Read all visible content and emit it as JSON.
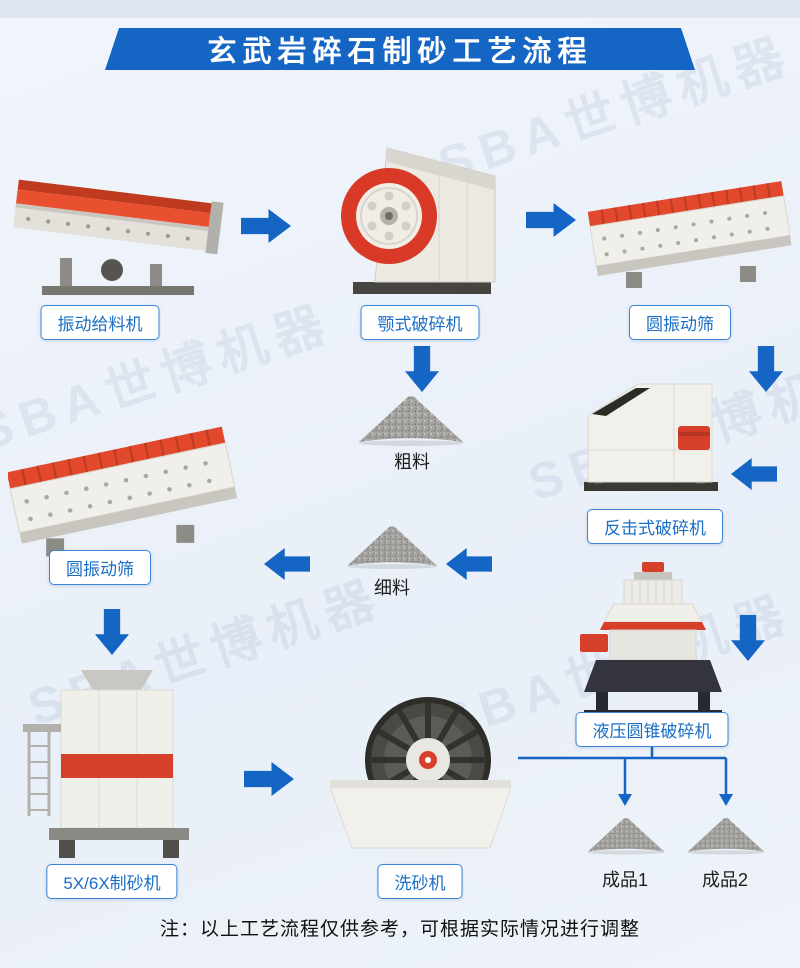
{
  "title": "玄武岩碎石制砂工艺流程",
  "watermark": {
    "text": "SBA世博机器"
  },
  "nodes": {
    "feeder": {
      "label": "振动给料机"
    },
    "jaw": {
      "label": "颚式破碎机"
    },
    "screen_top": {
      "label": "圆振动筛"
    },
    "impact": {
      "label": "反击式破碎机"
    },
    "coarse": {
      "label": "粗料"
    },
    "fine": {
      "label": "细料"
    },
    "screen_left": {
      "label": "圆振动筛"
    },
    "cone": {
      "label": "液压圆锥破碎机"
    },
    "sand_maker": {
      "label": "5X/6X制砂机"
    },
    "washer": {
      "label": "洗砂机"
    },
    "product1": {
      "label": "成品1"
    },
    "product2": {
      "label": "成品2"
    }
  },
  "note": "注：以上工艺流程仅供参考，可根据实际情况进行调整",
  "colors": {
    "banner_blue": "#1565c4",
    "arrow_blue": "#1565c4",
    "label_border": "#3b85d6",
    "label_text": "#1a6ec6",
    "machine_red": "#d6402b",
    "pile_gray": "#a6a5a1",
    "background": "#eef2f9"
  }
}
